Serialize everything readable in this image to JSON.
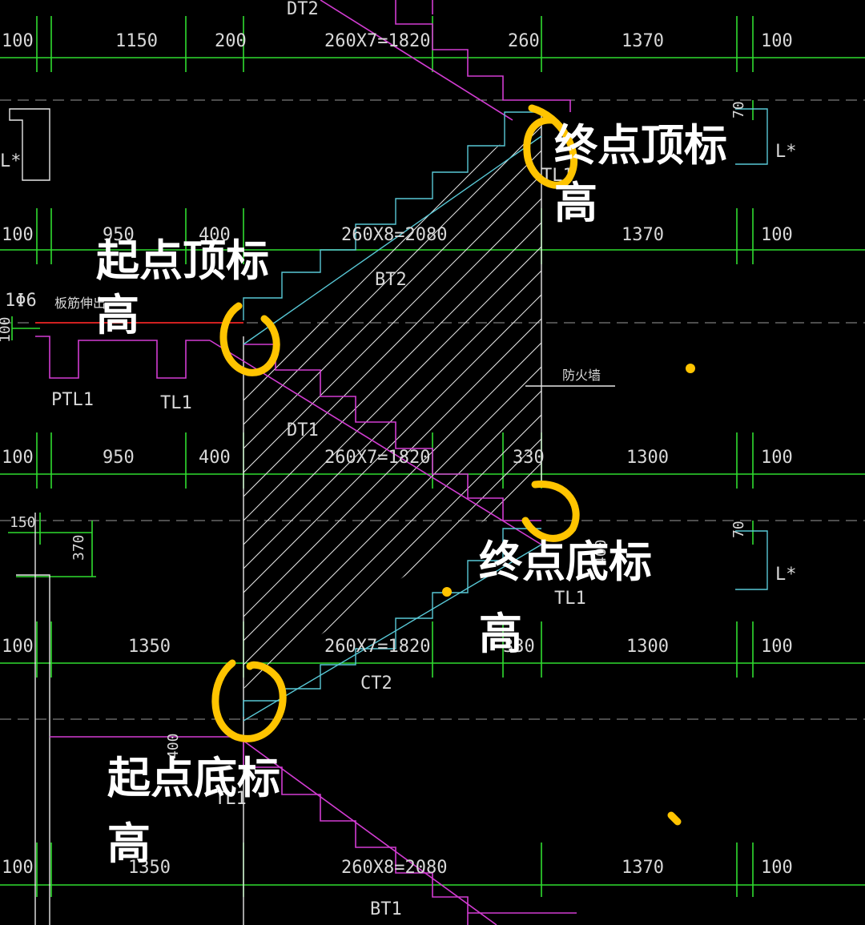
{
  "dimension_rows": [
    {
      "name": "row-1",
      "values": [
        "100",
        "1150",
        "200",
        "260X7=1820",
        "260",
        "1370",
        "100"
      ]
    },
    {
      "name": "row-2",
      "values": [
        "100",
        "950",
        "400",
        "260X8=2080",
        "1370",
        "100"
      ]
    },
    {
      "name": "row-3",
      "values": [
        "100",
        "950",
        "400",
        "260X7=1820",
        "330",
        "1300",
        "100"
      ]
    },
    {
      "name": "row-4",
      "values": [
        "100",
        "1350",
        "260X7=1820",
        "330",
        "1300",
        "100"
      ]
    },
    {
      "name": "row-5",
      "values": [
        "100",
        "1350",
        "260X8=2080",
        "1370",
        "100"
      ]
    }
  ],
  "vertical_dims": [
    "70",
    "70",
    "150",
    "370",
    "400",
    "400",
    "100"
  ],
  "labels": {
    "dt2": "DT2",
    "dt1": "DT1",
    "bt2": "BT2",
    "bt1": "BT1",
    "ct2": "CT2",
    "ptl1": "PTL1",
    "tl1_left": "TL1",
    "tl1_top": "TL1",
    "tl1_mid": "TL1",
    "tl1_bottom": "TL1",
    "l_star_left": "L*",
    "l_star_right_top": "L*",
    "l_star_right_bottom": "L*",
    "rebar": "1Φ6",
    "rebar_note": "板筋伸出",
    "firewall": "防火墙"
  },
  "annotations": {
    "end_top": [
      "终点顶标",
      "高"
    ],
    "start_top": [
      "起点顶标",
      "高"
    ],
    "end_bottom": [
      "终点底标",
      "高"
    ],
    "start_bottom": [
      "起点底标",
      "高"
    ]
  },
  "colors": {
    "background": "#000000",
    "dimension_lines": "#2fdc2f",
    "stair_lines": "#d23cd2",
    "slab_lines": "#58c8d6",
    "annotation_marks": "#ffc400",
    "annotation_text": "#ffffff"
  }
}
